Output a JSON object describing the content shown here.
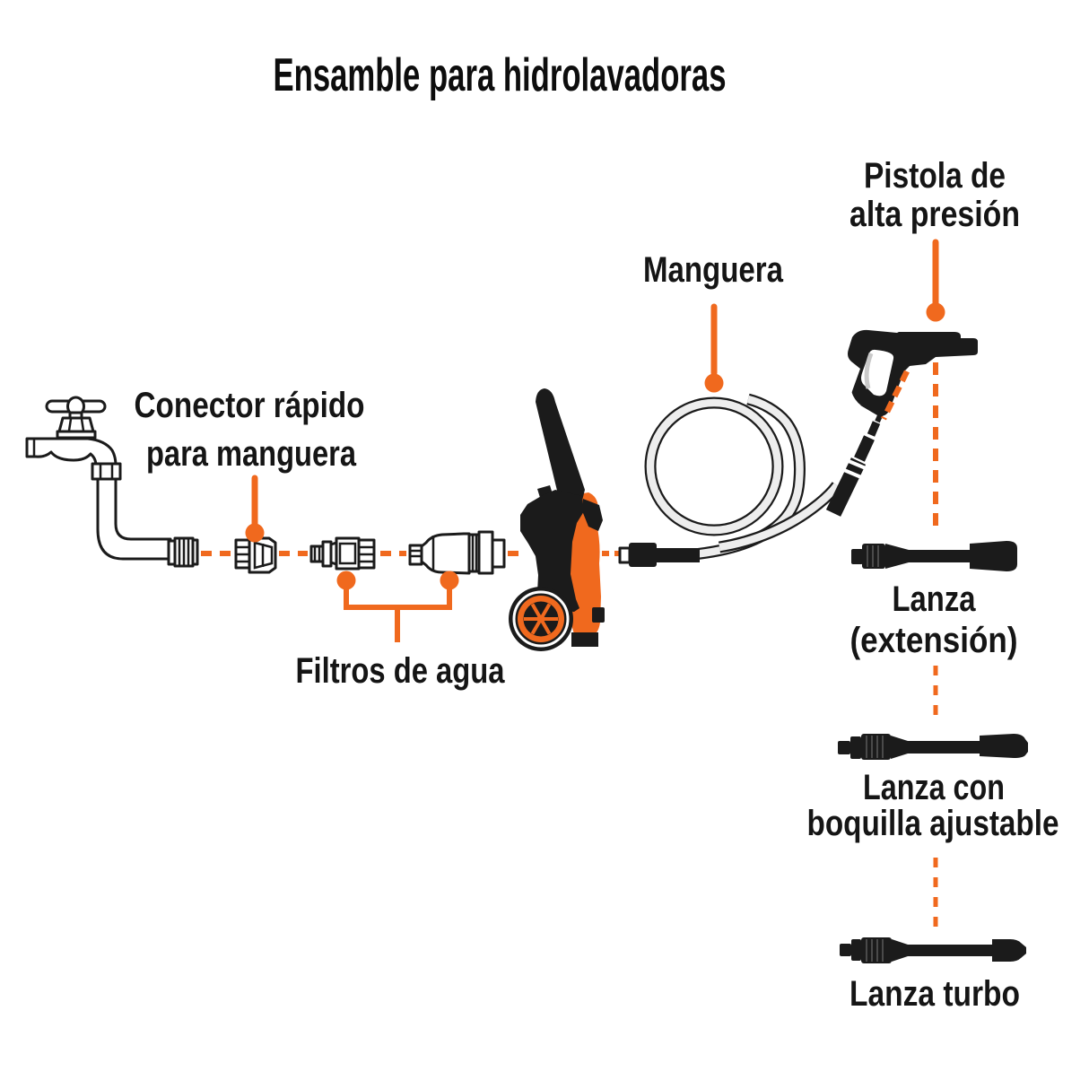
{
  "title": "Ensamble para hidrolavadoras",
  "labels": {
    "pistola_line1": "Pistola de",
    "pistola_line2": "alta presión",
    "manguera": "Manguera",
    "conector_line1": "Conector rápido",
    "conector_line2": "para manguera",
    "filtros": "Filtros de agua",
    "lanza_extension_line1": "Lanza",
    "lanza_extension_line2": "(extensión)",
    "lanza_boquilla_line1": "Lanza con",
    "lanza_boquilla_line2": "boquilla ajustable",
    "lanza_turbo": "Lanza turbo"
  },
  "colors": {
    "accent": "#F0691E",
    "ink": "#1B1B1B",
    "hose": "#EDEDED",
    "paper": "#FFFFFF"
  }
}
